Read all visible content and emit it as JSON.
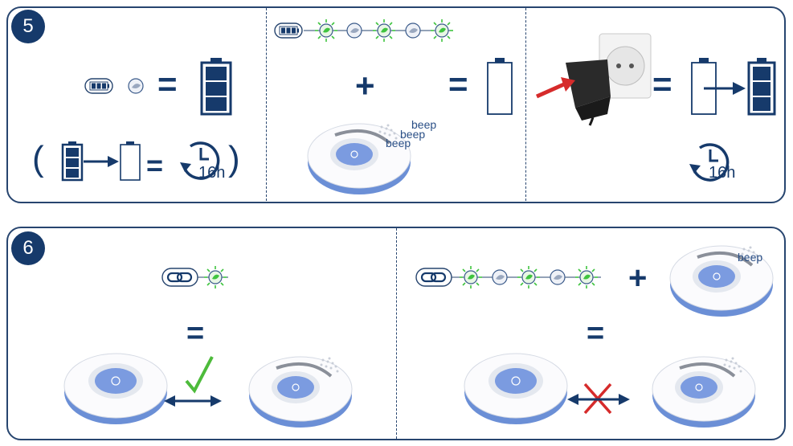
{
  "step5": {
    "number": "5",
    "row1_equals": "=",
    "open_paren": "(",
    "close_paren": ")",
    "mid_equals": "=",
    "duration": "16h",
    "plus": "+",
    "result_equals": "=",
    "beeps": [
      "beep",
      "beep",
      "beep"
    ],
    "charge_equals": "=",
    "charge_duration": "16h"
  },
  "step6": {
    "number": "6",
    "left_equals": "=",
    "right_equals": "=",
    "plus": "+",
    "beep": "beep"
  },
  "colors": {
    "navy": "#163a6b",
    "border": "#27456f",
    "led_green": "#3fc43f",
    "led_grey": "#9aa8bf",
    "check_green": "#4dbb3b",
    "cross_red": "#d62b2b",
    "arrow_red": "#d62b2b",
    "device_blue": "#6b8fd6"
  },
  "icons": [
    "battery-icon",
    "led-off-icon",
    "led-blinking-green-icon",
    "clock-icon",
    "link-icon",
    "power-adapter-icon",
    "check-icon",
    "cross-icon",
    "double-arrow-icon"
  ]
}
